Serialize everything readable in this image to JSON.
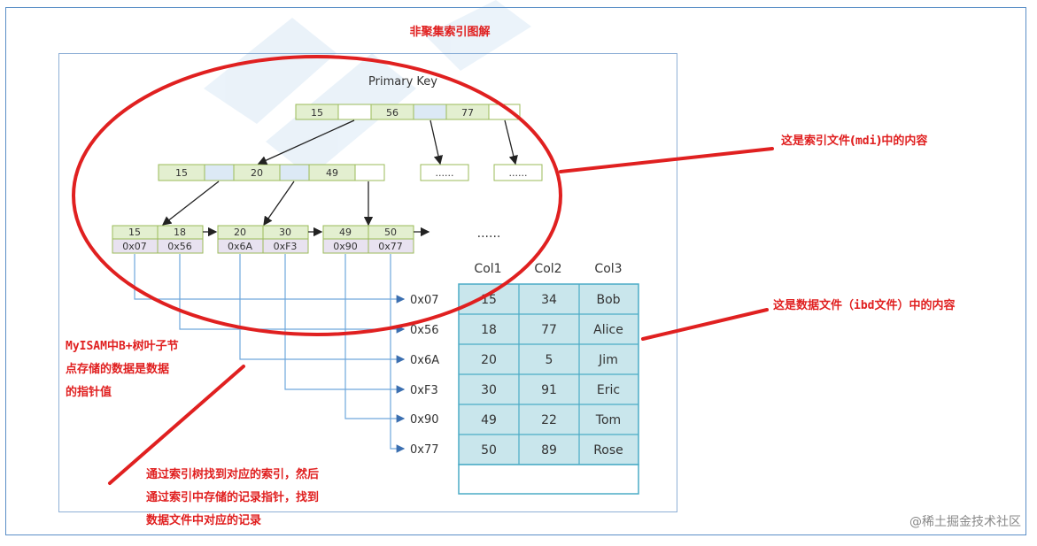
{
  "title": "非聚集索引图解",
  "primary_key_label": "Primary Key",
  "root_node": [
    "15",
    "",
    "56",
    "",
    "77",
    ""
  ],
  "level2_left": [
    "15",
    "",
    "20",
    "",
    "49",
    ""
  ],
  "level2_right_placeholders": [
    "......",
    "......"
  ],
  "leaves": [
    {
      "keys": [
        "15",
        "18"
      ],
      "ptrs": [
        "0x07",
        "0x56"
      ]
    },
    {
      "keys": [
        "20",
        "30"
      ],
      "ptrs": [
        "0x6A",
        "0xF3"
      ]
    },
    {
      "keys": [
        "49",
        "50"
      ],
      "ptrs": [
        "0x90",
        "0x77"
      ]
    }
  ],
  "leaf_ellipsis": "......",
  "table": {
    "headers": [
      "Col1",
      "Col2",
      "Col3"
    ],
    "addresses": [
      "0x07",
      "0x56",
      "0x6A",
      "0xF3",
      "0x90",
      "0x77"
    ],
    "rows": [
      [
        "15",
        "34",
        "Bob"
      ],
      [
        "18",
        "77",
        "Alice"
      ],
      [
        "20",
        "5",
        "Jim"
      ],
      [
        "30",
        "91",
        "Eric"
      ],
      [
        "49",
        "22",
        "Tom"
      ],
      [
        "50",
        "89",
        "Rose"
      ]
    ]
  },
  "annotations": {
    "index_file_prefix": "这是索引文件(",
    "index_file_ext": "mdi",
    "index_file_suffix": ")中的内容",
    "data_file_prefix": "这是数据文件（",
    "data_file_ext": "ibd",
    "data_file_suffix": "文件）中的内容",
    "myisam_line1_ascii": "MyISAM",
    "myisam_line1_mid": "中",
    "myisam_line1_ascii2": "B+",
    "myisam_line1_rest": "树叶子节",
    "myisam_line2": "点存储的数据是数据",
    "myisam_line3": "的指针值",
    "bottom_line1": "通过索引树找到对应的索引，然后",
    "bottom_line2": "通过索引中存储的记录指针，找到",
    "bottom_line3": "数据文件中对应的记录"
  },
  "watermark": "@稀土掘金技术社区",
  "colors": {
    "node_fill": "#e3efd0",
    "node_stroke": "#9bbb59",
    "pointer_cell_fill": "#dce9f5",
    "leaf_ptr_fill": "#e8e2f0",
    "table_fill": "#c9e6ec",
    "table_stroke": "#4bacc6",
    "red": "#e02020",
    "connector": "#6fa8dc"
  }
}
